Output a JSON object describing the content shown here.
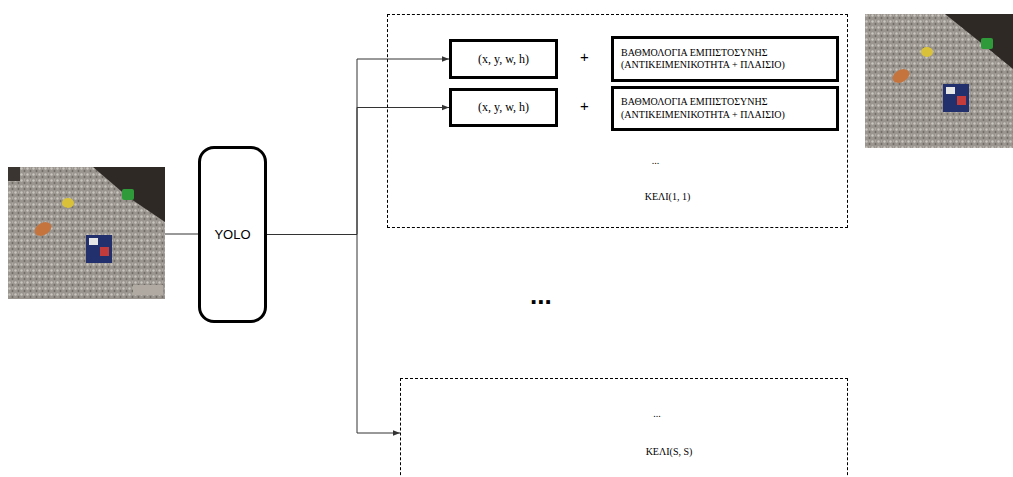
{
  "diagram": {
    "nodes": [
      {
        "text": [
          "YOLO"
        ]
      },
      {
        "text": [
          "...",
          "ΚΕΛΙ(1, 1)"
        ]
      },
      {
        "text": [
          "(x, y, w, h)"
        ],
        "in": 1
      },
      {
        "text": [
          "ΒΑΘΜΟΛΟΓΙΑ ΕΜΠΙΣΤΟΣΥΝΗΣ (ΑΝΤΙΚΕΙΜΕΝΙΚΟΤΗΤΑ + ΠΛΑΙΣΙΟ)"
        ],
        "in": 1
      },
      {
        "text": [
          "(x, y, w, h)"
        ],
        "in": 1
      },
      {
        "text": [
          "ΒΑΘΜΟΛΟΓΙΑ ΕΜΠΙΣΤΟΣΥΝΗΣ (ΑΝΤΙΚΕΙΜΕΝΙΚΟΤΗΤΑ + ΠΛΑΙΣΙΟ)"
        ],
        "in": 1
      },
      {
        "text": [
          "...",
          "ΚΕΛΙ(S, S)"
        ]
      }
    ],
    "edges": [
      {
        "from": 0,
        "to": 2,
        "arrow": "to"
      },
      {
        "from": 0,
        "to": 4,
        "arrow": "to"
      },
      {
        "from": 0,
        "to": 6,
        "arrow": "to"
      }
    ],
    "labels": [
      "+",
      "+",
      "..."
    ]
  }
}
